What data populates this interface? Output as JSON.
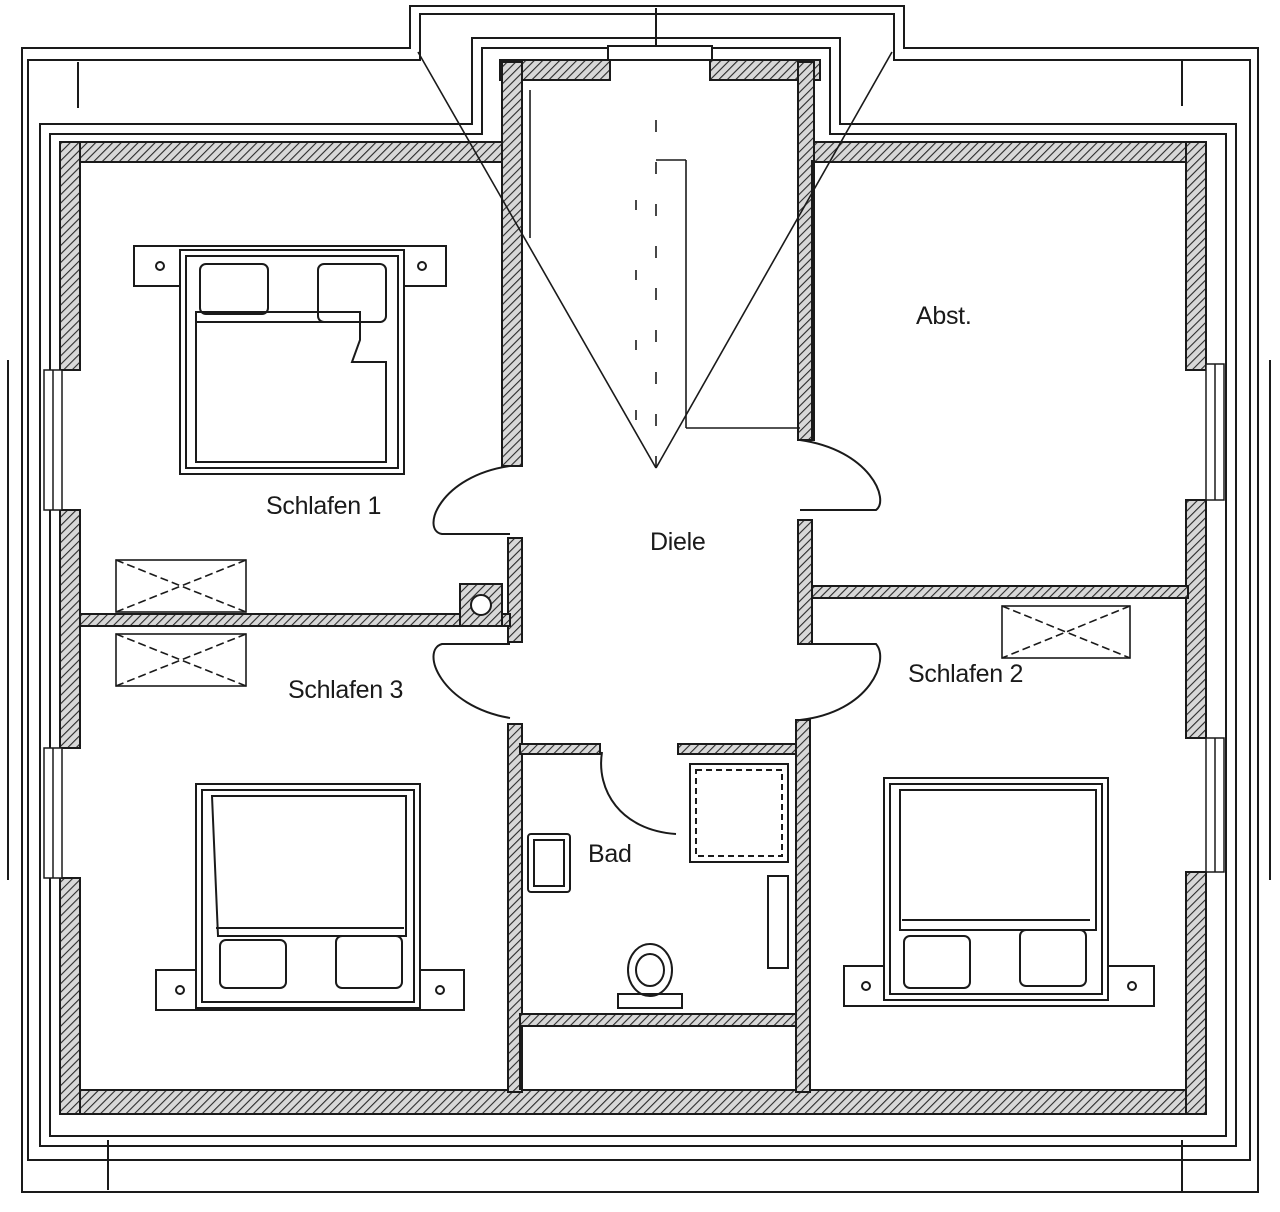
{
  "rooms": {
    "schlafen1": "Schlafen 1",
    "diele": "Diele",
    "abst": "Abst.",
    "schlafen3": "Schlafen 3",
    "schlafen2": "Schlafen 2",
    "bad": "Bad"
  },
  "colors": {
    "line": "#1a1a1a",
    "wall_hatch": "#3a3a3a",
    "paper": "#ffffff"
  }
}
